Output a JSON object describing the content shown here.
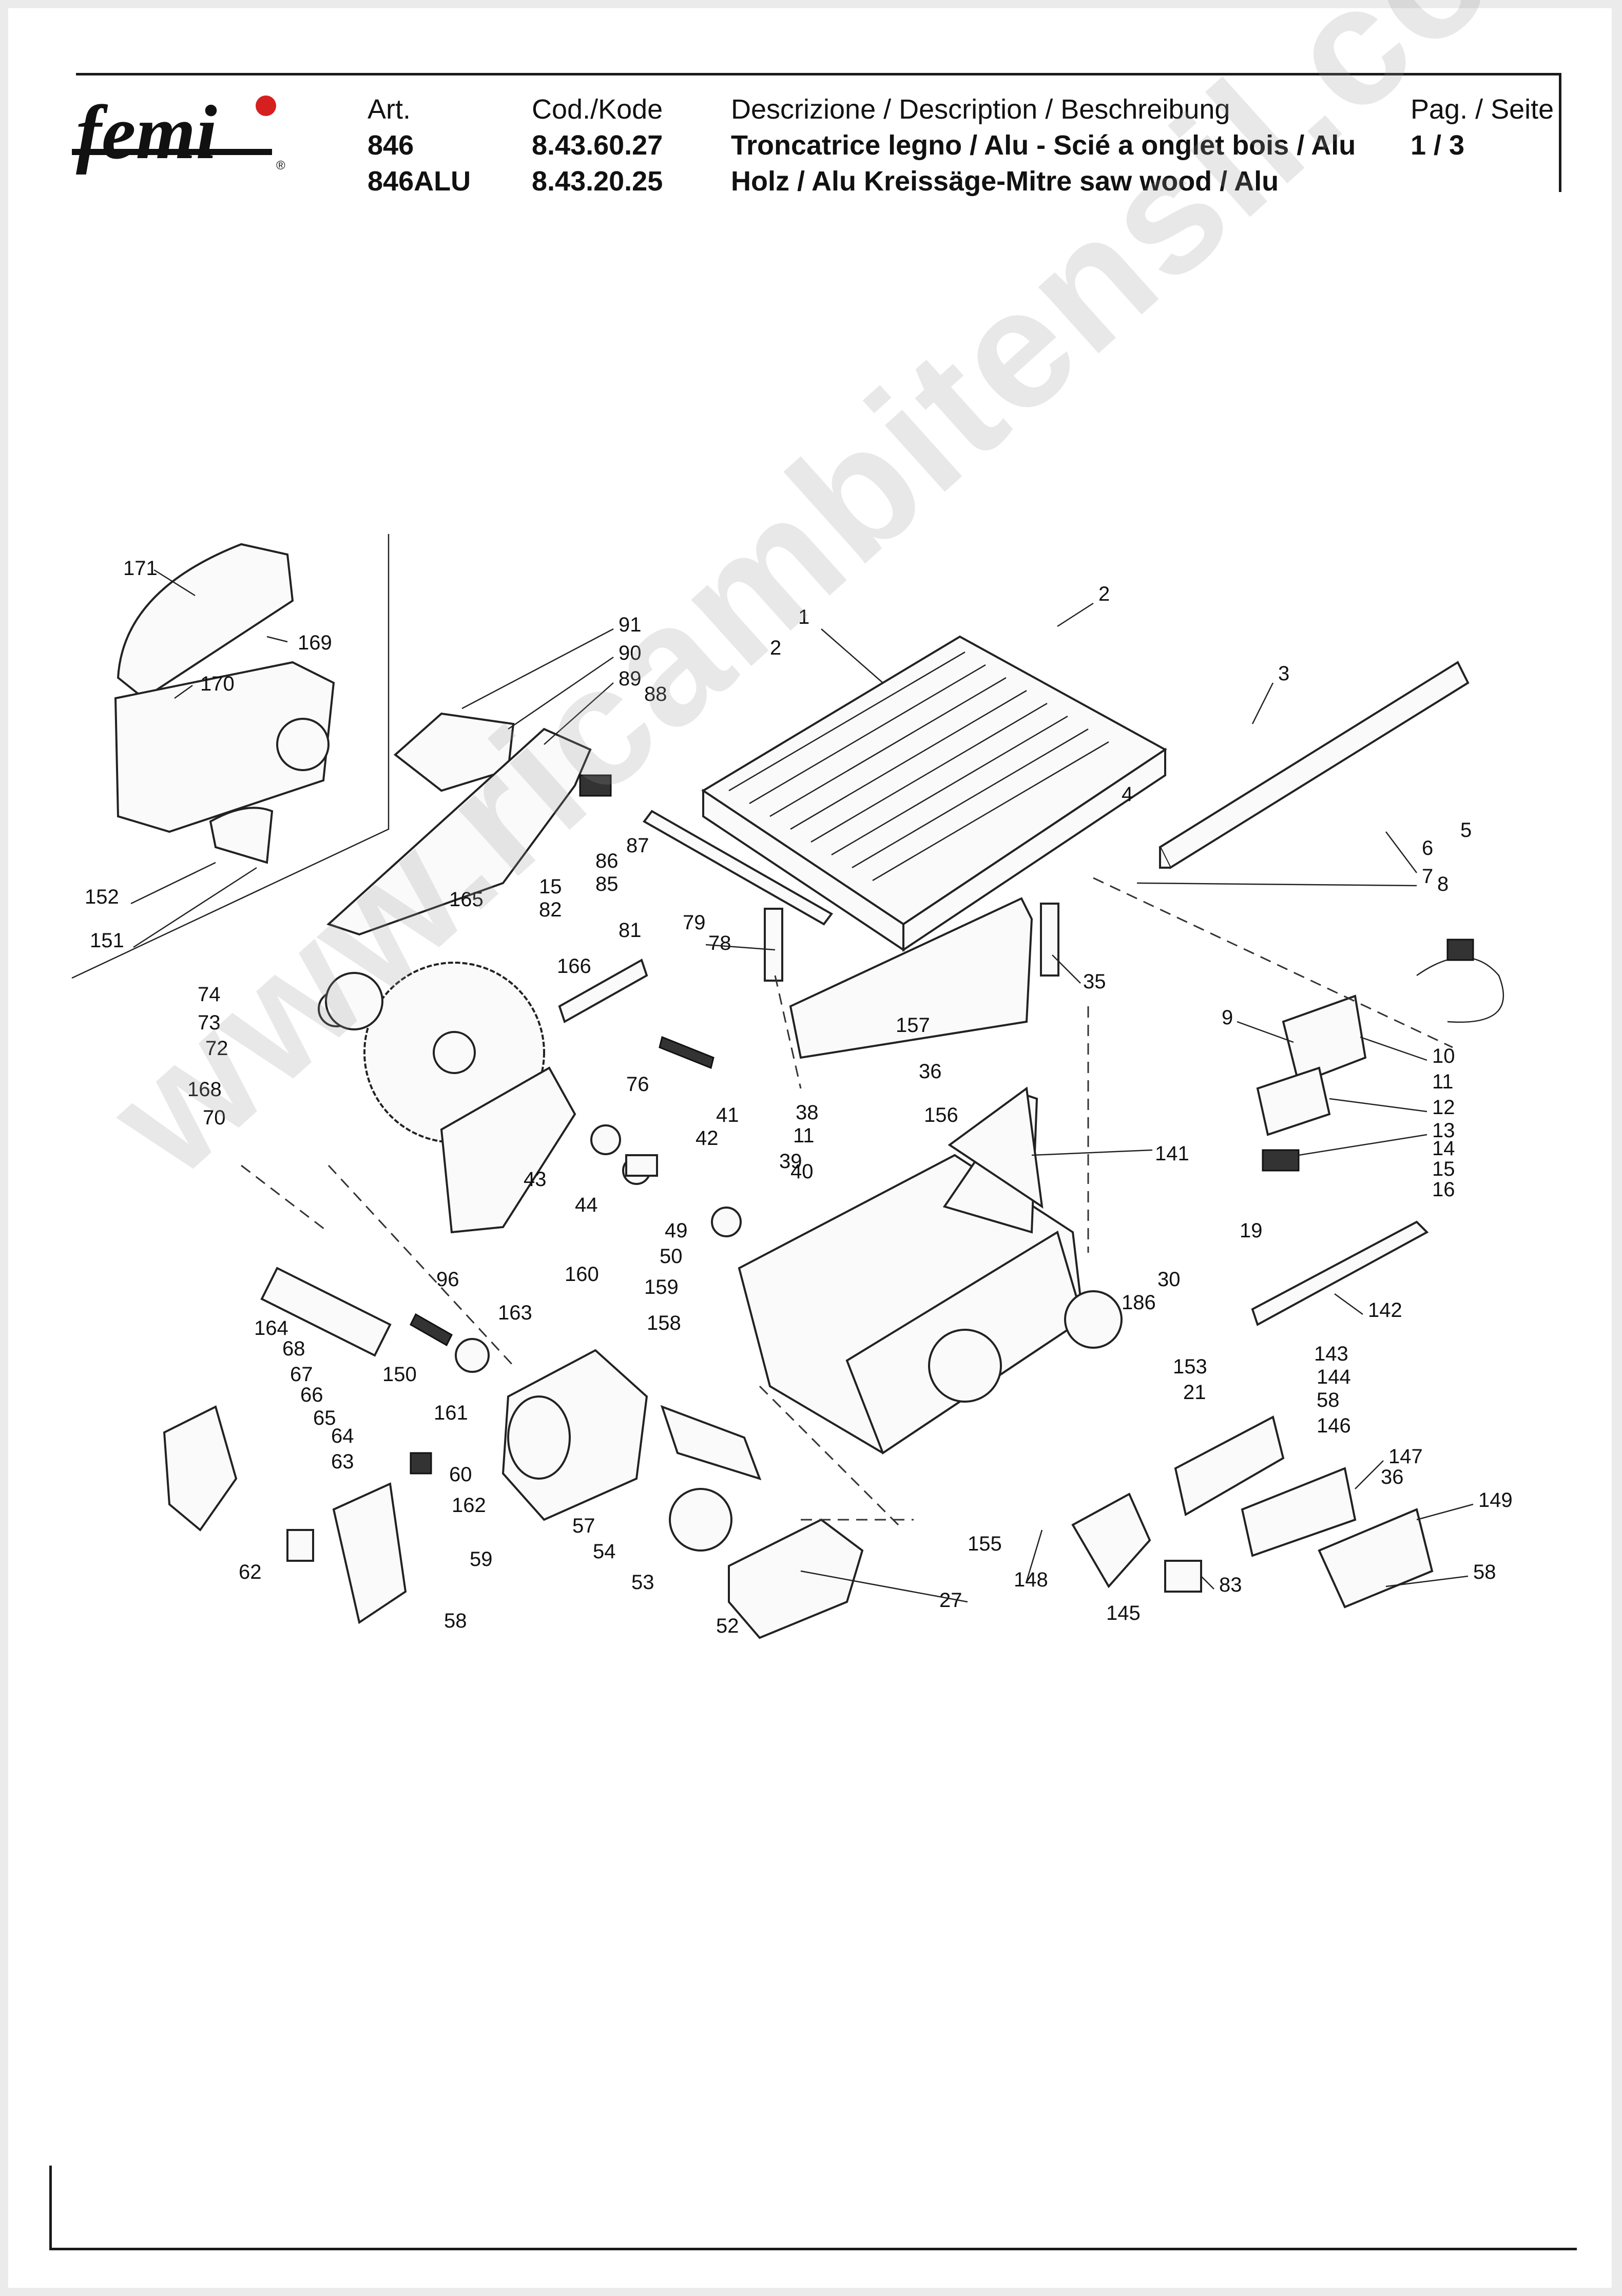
{
  "header": {
    "brand": "femi",
    "art_label": "Art.",
    "art_values": [
      "846",
      "846ALU"
    ],
    "code_label": "Cod./Kode",
    "code_values": [
      "8.43.60.27",
      "8.43.20.25"
    ],
    "desc_label": "Descrizione / Description / Beschreibung",
    "desc_lines": [
      "Troncatrice legno / Alu - Scié a onglet bois / Alu",
      "Holz / Alu Kreissäge-Mitre saw wood / Alu"
    ],
    "page_label": "Pag. / Seite",
    "page_value": "1 / 3"
  },
  "watermark": "www.ricambitensil.com",
  "callouts": [
    "171",
    "169",
    "170",
    "152",
    "151",
    "91",
    "90",
    "89",
    "88",
    "87",
    "86",
    "85",
    "2",
    "1",
    "2",
    "3",
    "4",
    "5",
    "6",
    "7",
    "8",
    "79",
    "78",
    "35",
    "157",
    "36",
    "9",
    "10",
    "11",
    "12",
    "13",
    "14",
    "15",
    "16",
    "165",
    "15",
    "82",
    "166",
    "81",
    "76",
    "41",
    "74",
    "73",
    "72",
    "168",
    "70",
    "43",
    "44",
    "42",
    "38",
    "11",
    "39",
    "40",
    "156",
    "141",
    "49",
    "50",
    "159",
    "158",
    "160",
    "163",
    "164",
    "96",
    "150",
    "161",
    "162",
    "68",
    "67",
    "66",
    "65",
    "64",
    "63",
    "60",
    "59",
    "58",
    "62",
    "57",
    "54",
    "53",
    "52",
    "27",
    "155",
    "148",
    "145",
    "83",
    "30",
    "186",
    "153",
    "21",
    "19",
    "142",
    "143",
    "144",
    "58",
    "146",
    "147",
    "36",
    "149",
    "58"
  ],
  "colors": {
    "ink": "#111111",
    "brand_red": "#d62020",
    "paper": "#ffffff"
  }
}
